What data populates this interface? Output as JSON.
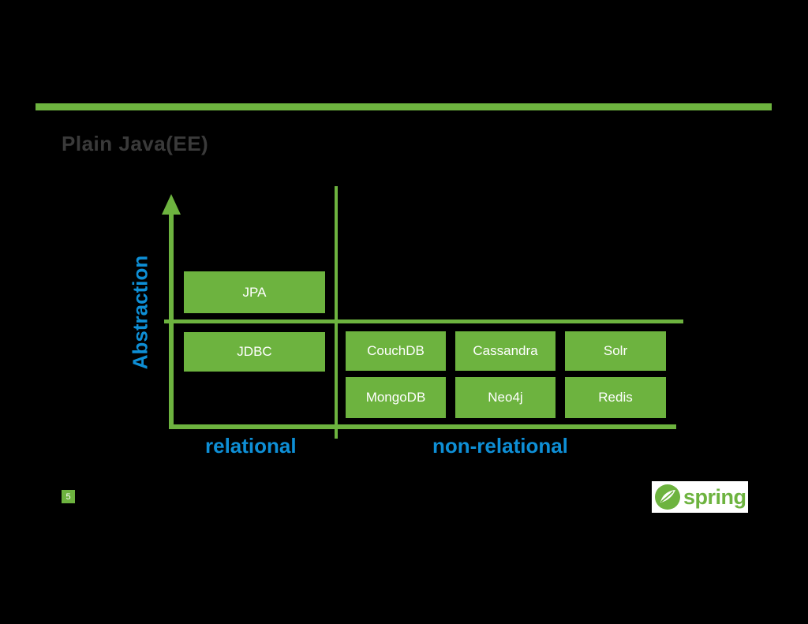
{
  "slide": {
    "title": "Plain Java(EE)",
    "page_number": "5",
    "accent_color": "#6db33f",
    "label_color": "#0e8fd6"
  },
  "diagram": {
    "y_axis_label": "Abstraction",
    "x_labels": {
      "relational": "relational",
      "non_relational": "non-relational"
    },
    "relational_boxes": {
      "upper": "JPA",
      "lower": "JDBC"
    },
    "non_relational_boxes": {
      "row1": [
        "CouchDB",
        "Cassandra",
        "Solr"
      ],
      "row2": [
        "MongoDB",
        "Neo4j",
        "Redis"
      ]
    }
  },
  "logo": {
    "text": "spring",
    "icon": "spring-leaf-icon"
  }
}
